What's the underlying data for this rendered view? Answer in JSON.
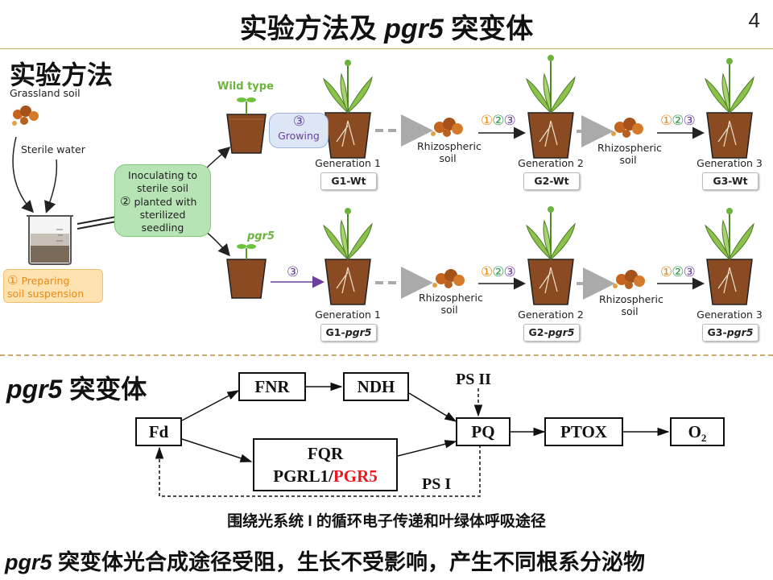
{
  "slide": {
    "title_prefix": "实验方法及 ",
    "title_italic": "pgr5",
    "title_suffix": " 突变体",
    "page_number": "4"
  },
  "methods": {
    "heading": "实验方法",
    "grassland_soil": "Grassland soil",
    "sterile_water": "Sterile water",
    "prep_num": "①",
    "prep_label_1": "Preparing",
    "prep_label_2": "soil suspension",
    "inoc_num": "②",
    "inoc_lines": [
      "Inoculating to",
      "sterile soil",
      "planted with",
      "sterilized",
      "seedling"
    ],
    "wild_type": "Wild type",
    "pgr5_label": "pgr5",
    "growing_num": "③",
    "growing_label": "Growing",
    "step3": "③",
    "steps": [
      "①",
      "②",
      "③"
    ],
    "rhizo_1": "Rhizospheric",
    "rhizo_2": "soil",
    "wt_row": {
      "generations": [
        "Generation 1",
        "Generation 2",
        "Generation 3"
      ],
      "tags": [
        "G1-Wt",
        "G2-Wt",
        "G3-Wt"
      ]
    },
    "pgr5_row": {
      "generations": [
        "Generation 1",
        "Generation 2",
        "Generation 3"
      ],
      "tag_prefixes": [
        "G1-",
        "G2-",
        "G3-"
      ],
      "tag_italic": "pgr5"
    }
  },
  "pathway": {
    "heading_italic": "pgr5",
    "heading_rest": " 突变体",
    "fd": "Fd",
    "fnr": "FNR",
    "ndh": "NDH",
    "fqr_line1": "FQR",
    "fqr_line2_black": "PGRL1/",
    "fqr_line2_red": "PGR5",
    "pq": "PQ",
    "ptox": "PTOX",
    "o2_main": "O",
    "o2_sub": "2",
    "ps2": "PS II",
    "ps1": "PS I",
    "caption": "围绕光系统 I 的循环电子传递和叶绿体呼吸途径",
    "highlight_color": "#e8191f"
  },
  "conclusion": {
    "italic": "pgr5",
    "rest": " 突变体光合成途径受阻，生长不受影响，产生不同根系分泌物"
  }
}
